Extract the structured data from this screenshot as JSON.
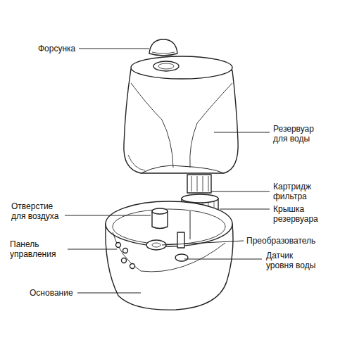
{
  "diagram": {
    "labels": [
      "Форсунка",
      "Резервуар для воды",
      "Картридж фильтра",
      "Крышка резервуара",
      "Отверстие для воздуха",
      "Преобразователь",
      "Панель управления",
      "Датчик уровня воды",
      "Основание"
    ]
  }
}
